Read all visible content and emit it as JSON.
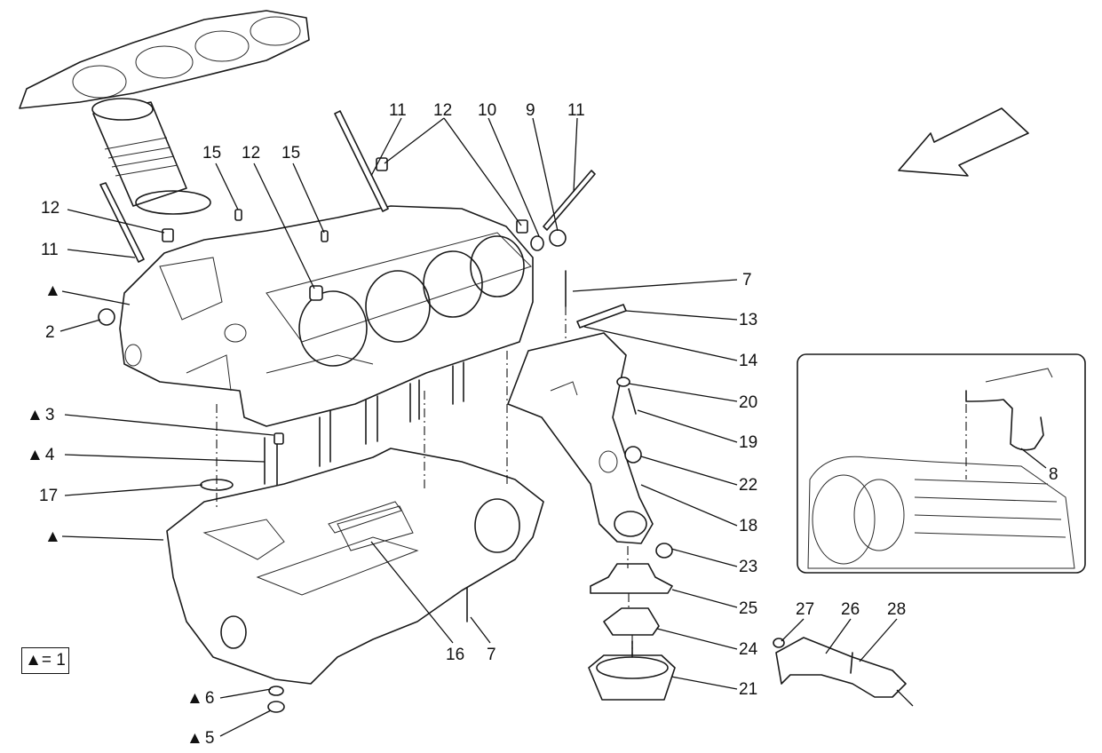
{
  "diagram": {
    "legend": {
      "symbol": "▲",
      "text": "= 1"
    },
    "callouts": {
      "c11a": "11",
      "c12a": "12",
      "c10": "10",
      "c9": "9",
      "c11b": "11",
      "c15a": "15",
      "c12b": "12",
      "c15b": "15",
      "c12c": "12",
      "c11c": "11",
      "ctri1": "▲",
      "c2": "2",
      "c3": "3",
      "c4": "4",
      "c17": "17",
      "ctri2": "▲",
      "c6": "6",
      "c5": "5",
      "c7a": "7",
      "c13": "13",
      "c14": "14",
      "c20": "20",
      "c19": "19",
      "c22": "22",
      "c18": "18",
      "c23": "23",
      "c25": "25",
      "c24": "24",
      "c21": "21",
      "c16": "16",
      "c7b": "7",
      "c8": "8",
      "c27": "27",
      "c26": "26",
      "c28": "28"
    }
  }
}
